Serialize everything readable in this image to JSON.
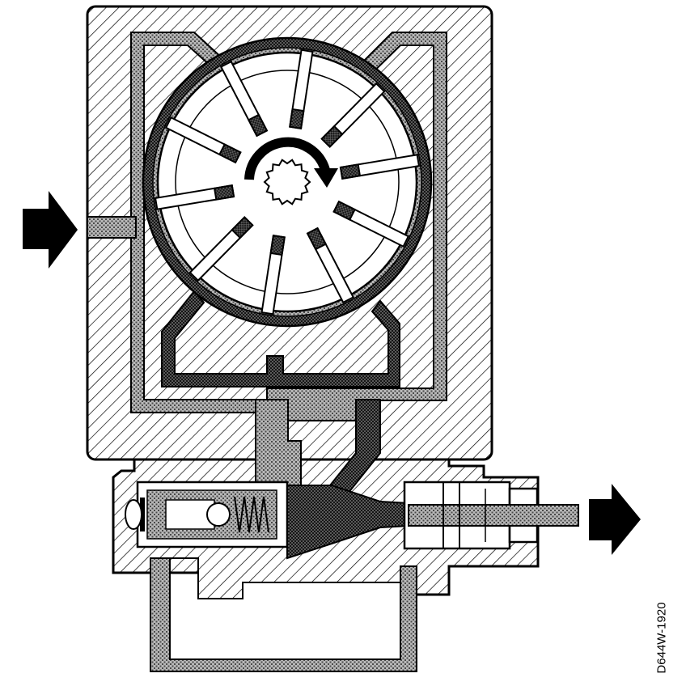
{
  "figure": {
    "id_label": "D644W-1920"
  },
  "colors": {
    "line": "#000000",
    "background": "#ffffff",
    "hatch": "#000000",
    "fluid_stipple": "#7a7a7a",
    "pressure_stipple": "#3a3a3a"
  },
  "icons": {
    "inlet": "arrow-right-icon",
    "outlet": "arrow-right-icon",
    "rotation": "clockwise-arrow-icon"
  },
  "rotor": {
    "vane_count": 10,
    "rotation": "clockwise"
  }
}
